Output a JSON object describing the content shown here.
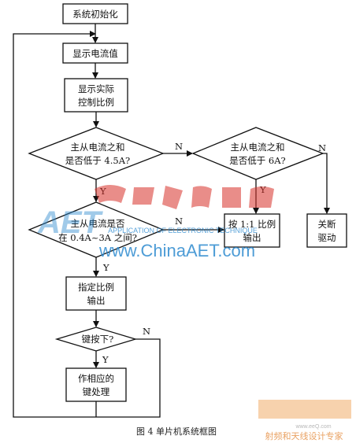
{
  "nodes": {
    "init": "系统初始化",
    "show_current": "显示电流值",
    "show_ratio_1": "显示实际",
    "show_ratio_2": "控制比例",
    "dec_45_1": "主从电流之和",
    "dec_45_2": "是否低于 4.5A?",
    "dec_6_1": "主从电流之和",
    "dec_6_2": "是否低于 6A?",
    "dec_range_1": "主从电流是否",
    "dec_range_2": "在 0.4A~3A 之间?",
    "ratio_out_1": "按 1:1 比例",
    "ratio_out_2": "输出",
    "shutdown_1": "关断",
    "shutdown_2": "驱动",
    "specified_1": "指定比例",
    "specified_2": "输出",
    "key_press": "键按下?",
    "handle_1": "作相应的",
    "handle_2": "键处理"
  },
  "labels": {
    "yes": "Y",
    "no": "N"
  },
  "caption": "图 4  单片机系统框图",
  "watermark": {
    "en_sub": "APPLICATION OF ELECTRONIC TECHNIQUE",
    "url": "www.ChinaAET.com",
    "bottom_sub": "射频和天线设计专家",
    "small_url": "www.eeQ.com"
  },
  "colors": {
    "line": "#111111",
    "watermark_red": "#d8312a",
    "watermark_blue": "#2f8bd0"
  }
}
